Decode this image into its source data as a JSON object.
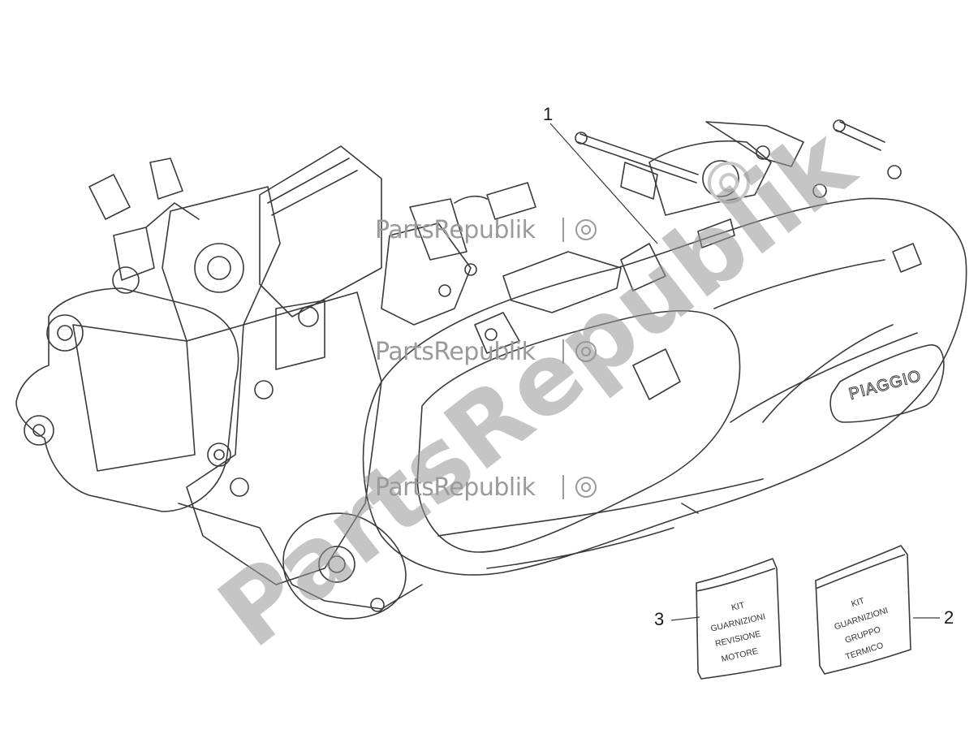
{
  "callouts": [
    {
      "number": "1"
    },
    {
      "number": "2"
    },
    {
      "number": "3"
    }
  ],
  "watermark": {
    "brand": "PartsRepublik",
    "diagonal": "PartsRepublik"
  },
  "engine": {
    "brand_plate": "PIAGGIO"
  },
  "kits": {
    "left": [
      "KIT",
      "GUARNIZIONI",
      "REVISIONE",
      "MOTORE"
    ],
    "right": [
      "KIT",
      "GUARNIZIONI",
      "GRUPPO",
      "TERMICO"
    ]
  },
  "colors": {
    "line": "#3a3a3a",
    "watermark": "#9a9a9a"
  }
}
